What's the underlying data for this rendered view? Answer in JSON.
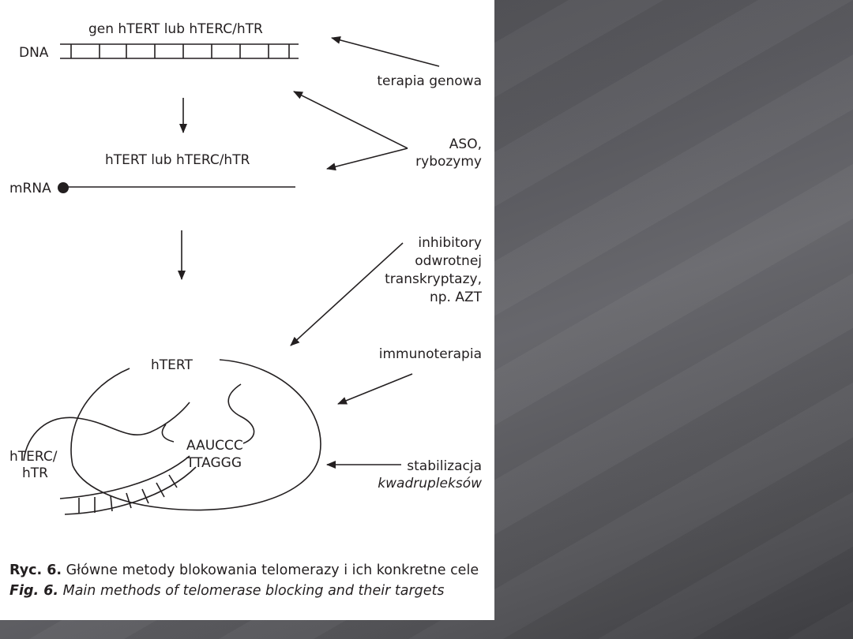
{
  "figure": {
    "labels": {
      "gene": "gen hTERT lub hTERC/hTR",
      "dna": "DNA",
      "transcript": "hTERT lub hTERC/hTR",
      "mrna": "mRNA",
      "protein": "hTERT",
      "rna_component_line1": "hTERC/",
      "rna_component_line2": "hTR",
      "seq_top": "AAUCCC",
      "seq_bottom": "TTAGGG"
    },
    "methods": {
      "gene_therapy": "terapia genowa",
      "aso_line1": "ASO,",
      "aso_line2": "rybozymy",
      "rti_line1": "inhibitory",
      "rti_line2": "odwrotnej",
      "rti_line3": "transkryptazy,",
      "rti_line4": "np. AZT",
      "immuno": "immunoterapia",
      "stab_line1": "stabilizacja",
      "stab_line2": "kwadrupleksów"
    },
    "caption": {
      "pl_label": "Ryc. 6.",
      "pl_text": " Główne metody blokowania telomerazy i ich konkretne cele",
      "en_label": "Fig. 6.",
      "en_text": " Main methods of telomerase blocking and their targets"
    }
  }
}
